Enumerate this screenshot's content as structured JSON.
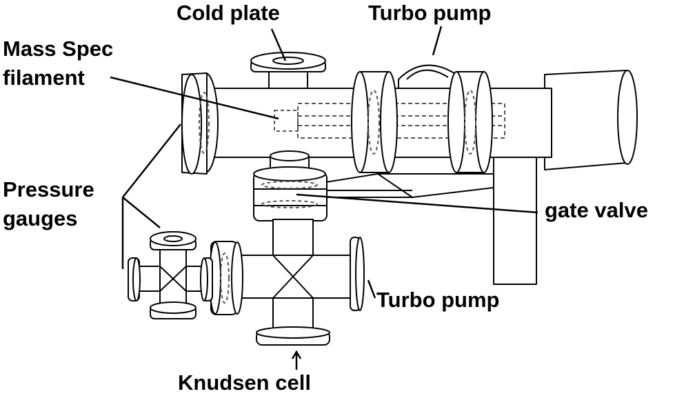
{
  "colors": {
    "line": "#000000",
    "fill": "#ffffff",
    "hidden_line": "#555555"
  },
  "labels": {
    "cold_plate": "Cold plate",
    "turbo_pump_top": "Turbo pump",
    "mass_spec_line1": "Mass Spec",
    "mass_spec_line2": "filament",
    "pressure_line1": "Pressure",
    "pressure_line2": "gauges",
    "gate_valve": "gate valve",
    "turbo_pump_bottom": "Turbo pump",
    "knudsen_cell": "Knudsen cell"
  }
}
